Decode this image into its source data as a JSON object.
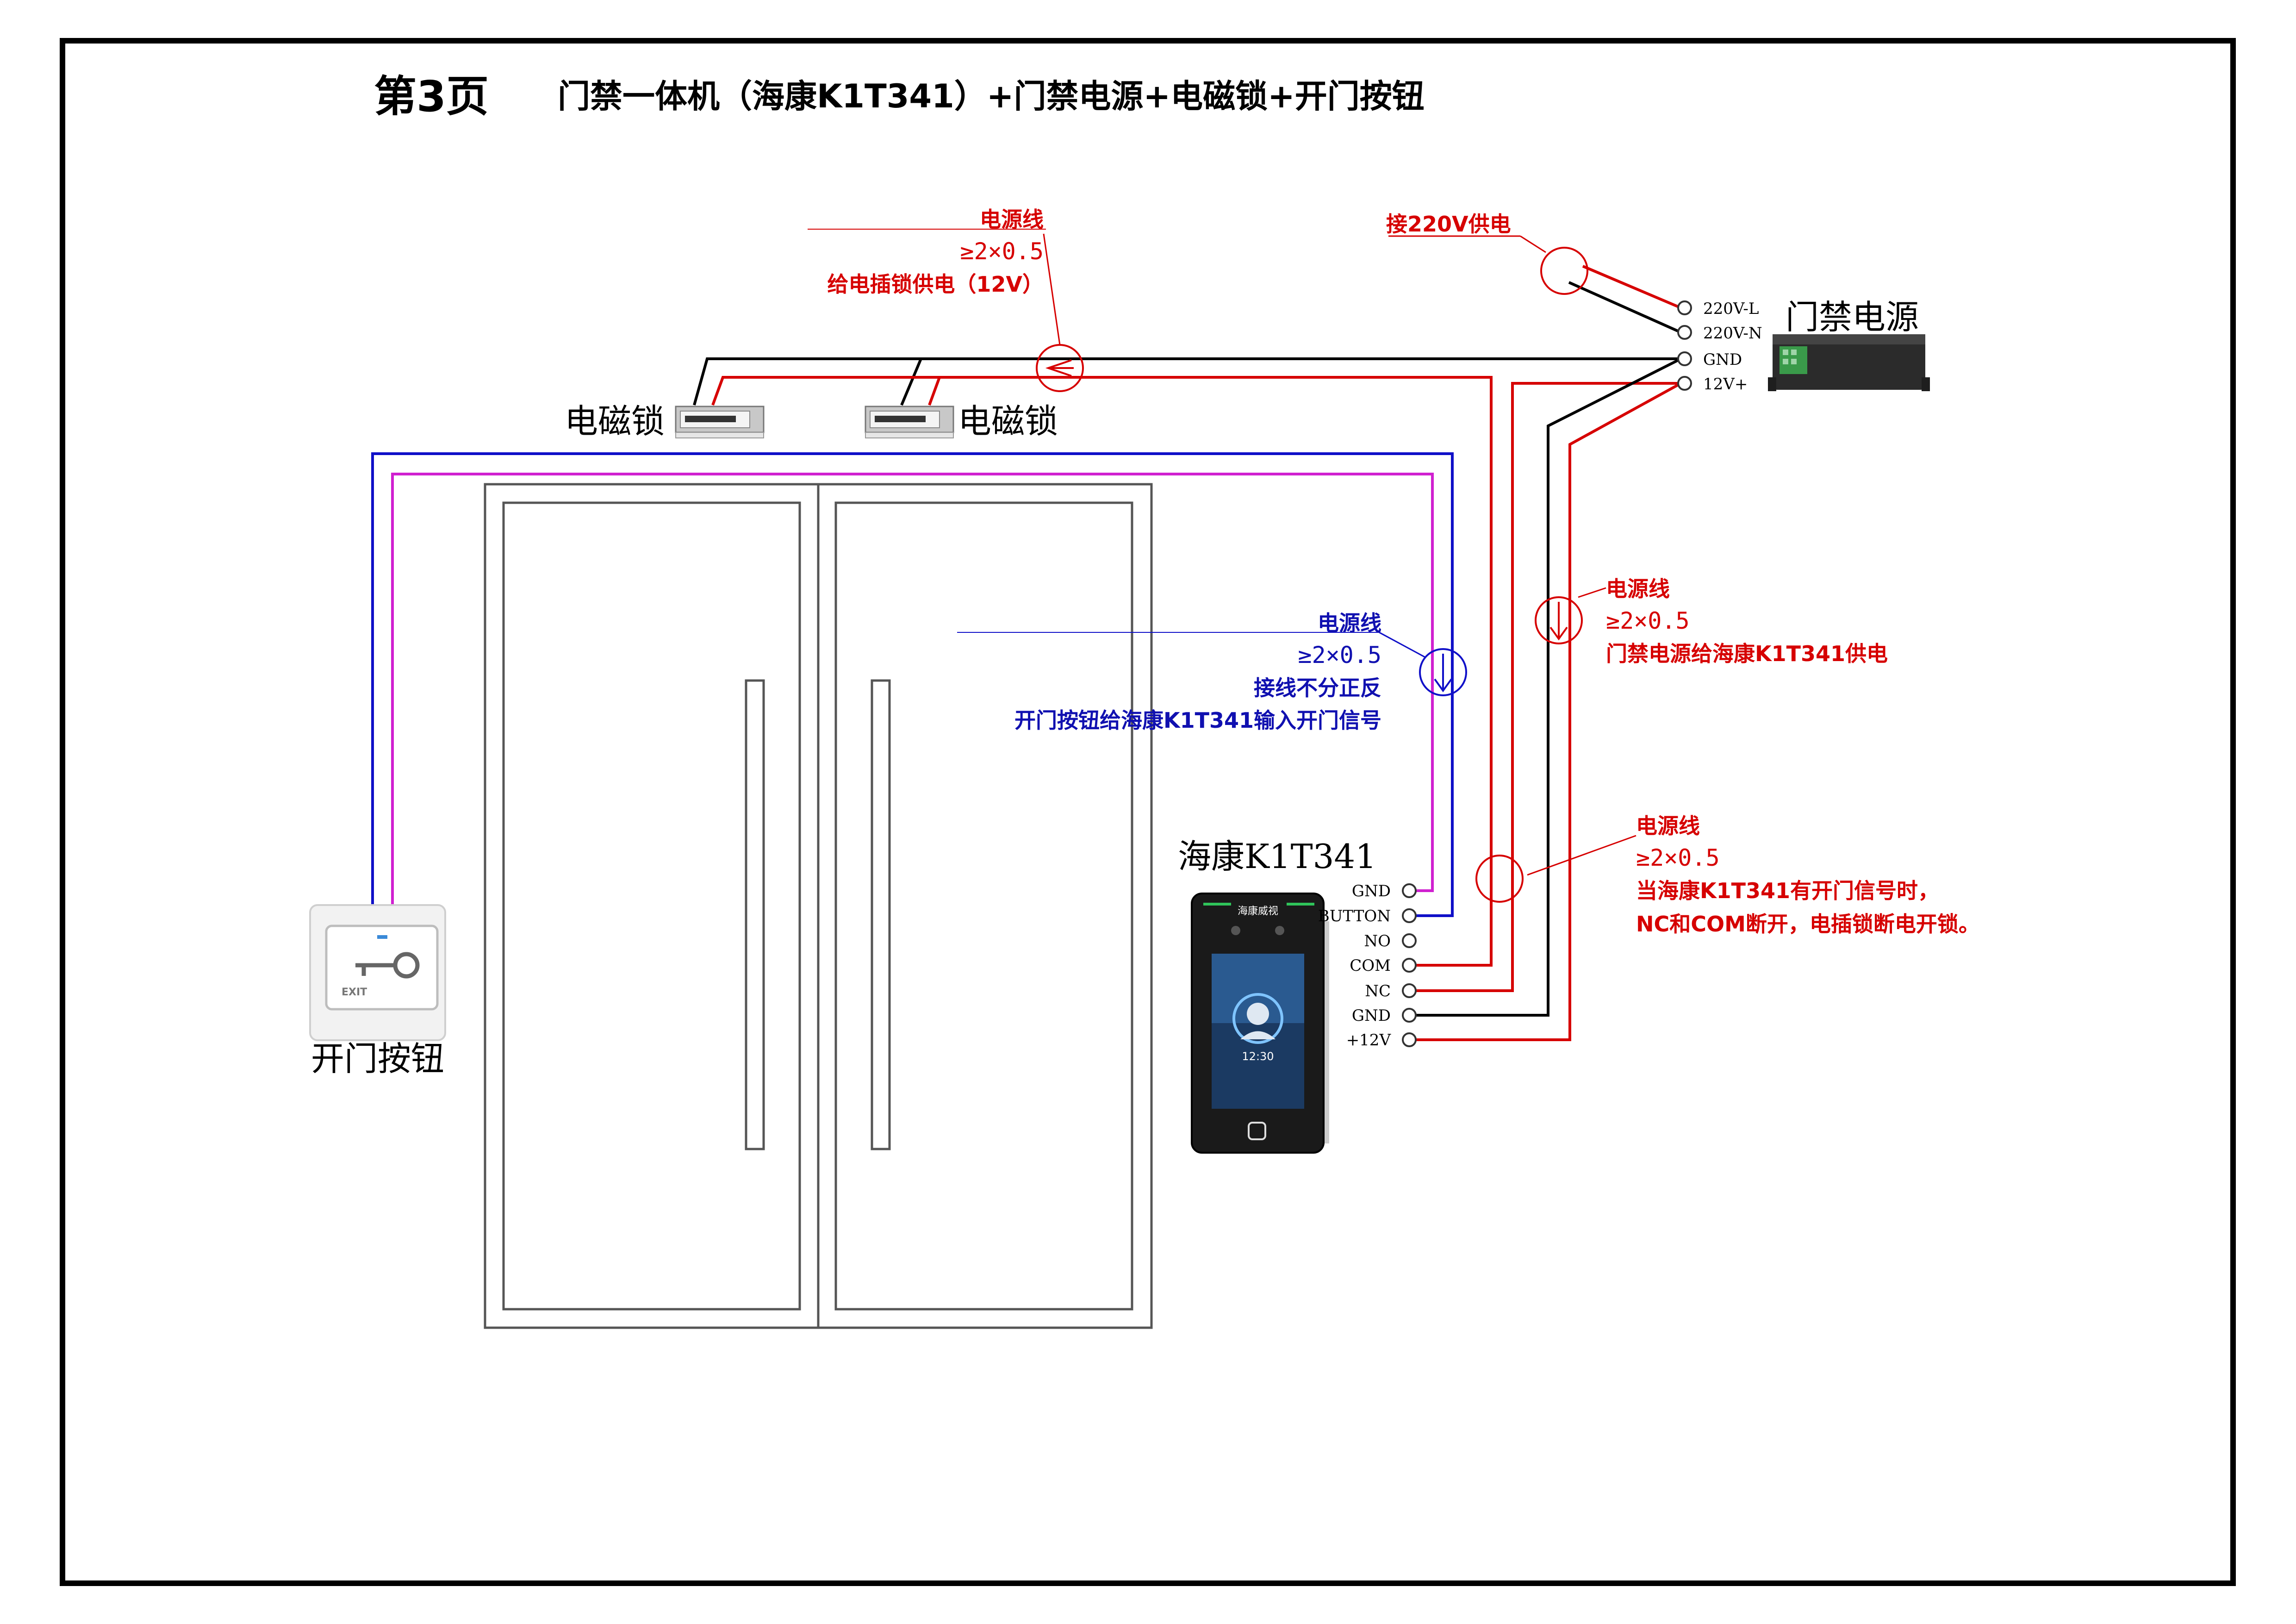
{
  "page": {
    "page_label": "第3页",
    "subtitle": "门禁一体机（海康K1T341）+门禁电源+电磁锁+开门按钮"
  },
  "labels": {
    "maglock_left": "电磁锁",
    "maglock_right": "电磁锁",
    "power_supply": "门禁电源",
    "exit_button": "开门按钮",
    "device": "海康K1T341",
    "exit_text": "EXIT",
    "device_brand": "海康威视",
    "device_clock": "12:30"
  },
  "power_terminals": [
    "220V-L",
    "220V-N",
    "GND",
    "12V+"
  ],
  "device_terminals": [
    "GND",
    "BUTTON",
    "NO",
    "COM",
    "NC",
    "GND",
    "+12V"
  ],
  "annotations": {
    "mains": {
      "text": "接220V供电"
    },
    "lock_power": {
      "line1": "电源线",
      "line2": "≥2×0.5",
      "line3": "给电插锁供电（12V）"
    },
    "device_power": {
      "line1": "电源线",
      "line2": "≥2×0.5",
      "line3": "门禁电源给海康K1T341供电"
    },
    "button_signal": {
      "line1": "电源线",
      "line2": "≥2×0.5",
      "line3": "接线不分正反",
      "line4": "开门按钮给海康K1T341输入开门信号"
    },
    "lock_switch": {
      "line1": "电源线",
      "line2": "≥2×0.5",
      "line3": "当海康K1T341有开门信号时，",
      "line4": "NC和COM断开，电插锁断电开锁。"
    }
  },
  "colors": {
    "red_wire": "#d60000",
    "black_wire": "#000000",
    "blue_wire": "#1010c8",
    "magenta_wire": "#d020d0"
  }
}
